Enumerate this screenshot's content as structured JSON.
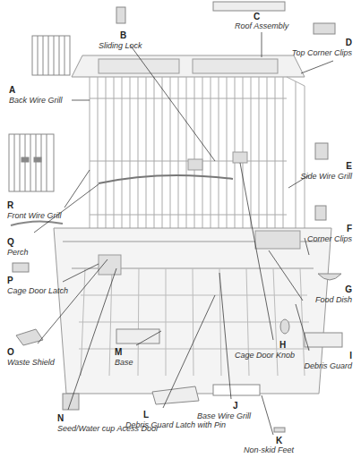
{
  "diagram": {
    "labels": [
      "A",
      "Back Wire Grill",
      "B",
      "Sliding Lock",
      "C",
      "Roof Assembly",
      "D",
      "Top Corner Clips",
      "E",
      "Side Wire Grill",
      "F",
      "Corner Clips",
      "G",
      "Food Dish",
      "H",
      "Cage Door Knob",
      "I",
      "Debris Guard",
      "J",
      "Base Wire Grill",
      "K",
      "Non-skid Feet",
      "L",
      "Debris Guard Latch with Pin",
      "M",
      "Base",
      "N",
      "Seed/Water cup Acess Door",
      "O",
      "Waste Shield",
      "P",
      "Cage Door Latch",
      "Q",
      "Perch",
      "R",
      "Front Wire Grill"
    ]
  }
}
